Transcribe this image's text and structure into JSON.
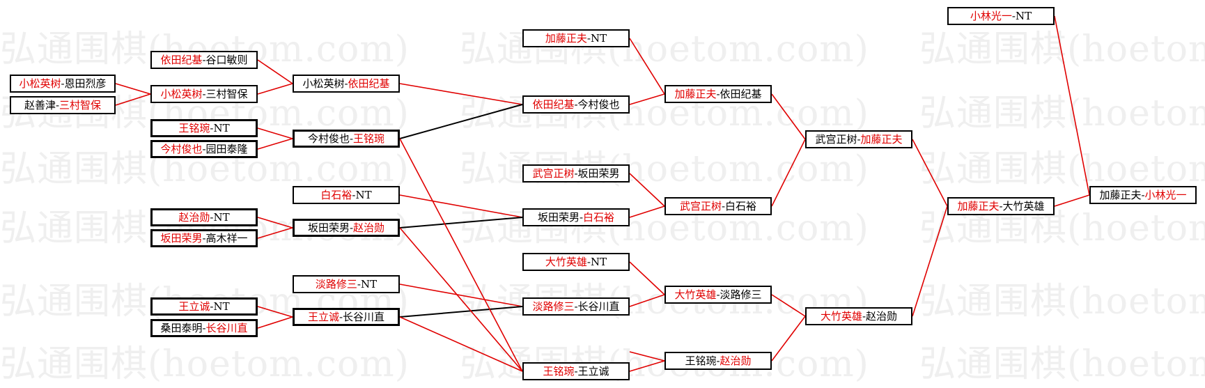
{
  "watermark": "弘通围棋(hoetom.com)",
  "colors": {
    "winner": "#e00000",
    "line_win": "#e00000",
    "line_loss": "#000000"
  },
  "matches": {
    "r1a": {
      "p1": "小松英树",
      "p2": "恩田烈彦",
      "winner": 1
    },
    "r1b": {
      "p1": "赵善津",
      "p2": "三村智保",
      "winner": 2
    },
    "r1c": {
      "p1": "王铭琬",
      "p2": "NT",
      "winner": 1
    },
    "r1d": {
      "p1": "今村俊也",
      "p2": "园田泰隆",
      "winner": 1
    },
    "r1e": {
      "p1": "赵治勋",
      "p2": "NT",
      "winner": 1
    },
    "r1f": {
      "p1": "坂田荣男",
      "p2": "高木祥一",
      "winner": 1
    },
    "r1g": {
      "p1": "王立诚",
      "p2": "NT",
      "winner": 1
    },
    "r1h": {
      "p1": "桑田泰明",
      "p2": "长谷川直",
      "winner": 2
    },
    "r2a": {
      "p1": "依田纪基",
      "p2": "谷口敏则",
      "winner": 1
    },
    "r2b": {
      "p1": "小松英树",
      "p2": "三村智保",
      "winner": 1
    },
    "r2c": {
      "p1": "今村俊也",
      "p2": "王铭琬",
      "winner": 2
    },
    "r2d": {
      "p1": "白石裕",
      "p2": "NT",
      "winner": 1
    },
    "r2e": {
      "p1": "坂田荣男",
      "p2": "赵治勋",
      "winner": 2
    },
    "r2f": {
      "p1": "淡路修三",
      "p2": "NT",
      "winner": 1
    },
    "r2g": {
      "p1": "王立诚",
      "p2": "长谷川直",
      "winner": 1
    },
    "r3a": {
      "p1": "小松英树",
      "p2": "依田纪基",
      "winner": 2
    },
    "r3b": {
      "p1": "加藤正夫",
      "p2": "NT",
      "winner": 1
    },
    "r3c": {
      "p1": "依田纪基",
      "p2": "今村俊也",
      "winner": 1
    },
    "r3d": {
      "p1": "武宫正树",
      "p2": "坂田荣男",
      "winner": 1
    },
    "r3e": {
      "p1": "坂田荣男",
      "p2": "白石裕",
      "winner": 2
    },
    "r3f": {
      "p1": "大竹英雄",
      "p2": "NT",
      "winner": 1
    },
    "r3g": {
      "p1": "淡路修三",
      "p2": "长谷川直",
      "winner": 1
    },
    "r3h": {
      "p1": "王铭琬",
      "p2": "王立诚",
      "winner": 1
    },
    "r4a": {
      "p1": "加藤正夫",
      "p2": "依田纪基",
      "winner": 1
    },
    "r4b": {
      "p1": "武宫正树",
      "p2": "白石裕",
      "winner": 1
    },
    "r4c": {
      "p1": "大竹英雄",
      "p2": "淡路修三",
      "winner": 1
    },
    "r4d": {
      "p1": "王铭琬",
      "p2": "赵治勋",
      "winner": 2
    },
    "r5a": {
      "p1": "武宫正树",
      "p2": "加藤正夫",
      "winner": 2
    },
    "r5b": {
      "p1": "大竹英雄",
      "p2": "赵治勋",
      "winner": 1
    },
    "r5c": {
      "p1": "小林光一",
      "p2": "NT",
      "winner": 1
    },
    "r6a": {
      "p1": "加藤正夫",
      "p2": "大竹英雄",
      "winner": 1
    },
    "final": {
      "p1": "加藤正夫",
      "p2": "小林光一",
      "winner": 2
    }
  }
}
